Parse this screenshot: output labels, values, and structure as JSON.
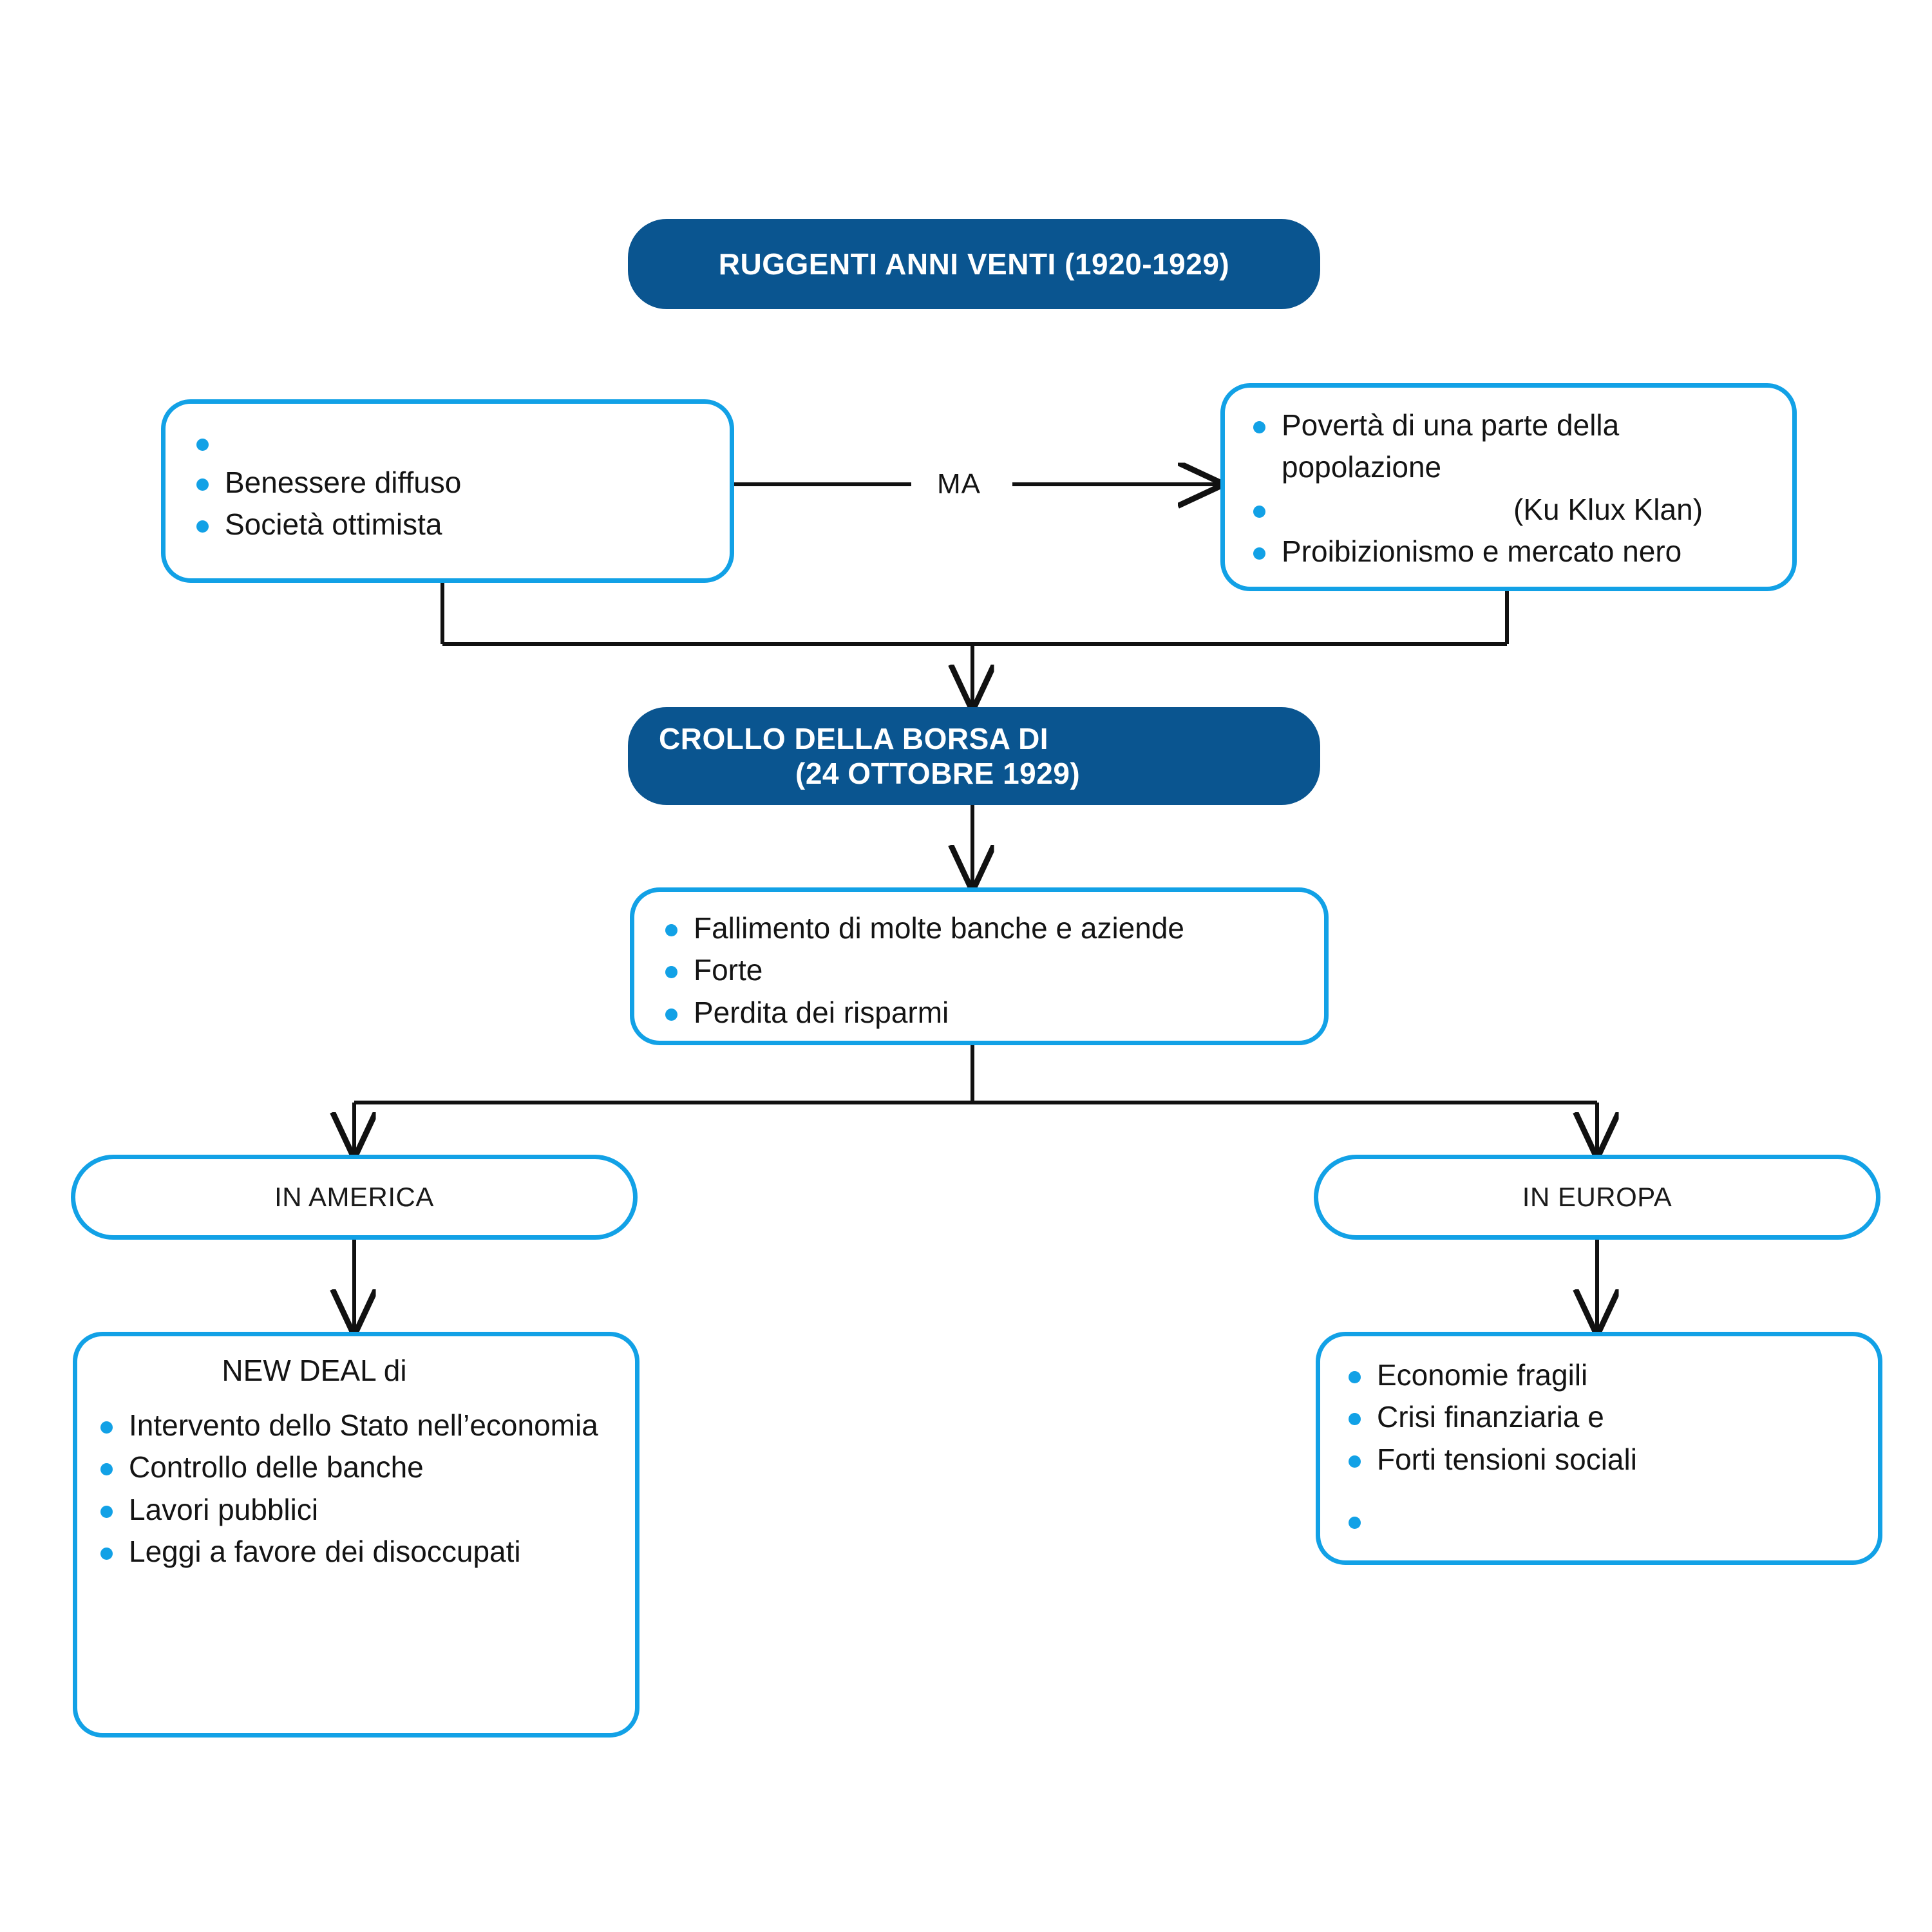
{
  "title_box": {
    "text": "RUGGENTI ANNI VENTI (1920-1929)"
  },
  "row1": {
    "left_box": {
      "bullets": [
        "",
        "Benessere diffuso",
        "Società ottimista"
      ]
    },
    "connector_label": "MA",
    "right_box": {
      "bullets": [
        "Povertà di una parte della popolazione",
        "(Ku Klux Klan)",
        "Proibizionismo e mercato nero"
      ]
    }
  },
  "crash_box": {
    "line1": "CROLLO DELLA BORSA DI",
    "line2": "(24 OTTOBRE 1929)"
  },
  "effects_box": {
    "bullets": [
      "Fallimento di molte banche e aziende",
      "Forte",
      "Perdita dei risparmi"
    ]
  },
  "branches": {
    "america": {
      "pill_label": "IN AMERICA",
      "heading": "NEW DEAL di",
      "bullets": [
        "Intervento dello Stato nell’economia",
        "Controllo delle banche",
        "Lavori pubblici",
        "Leggi a favore dei disoccupati"
      ]
    },
    "europa": {
      "pill_label": "IN EUROPA",
      "bullets": [
        "Economie fragili",
        "Crisi finanziaria e",
        "Forti tensioni sociali",
        ""
      ]
    }
  },
  "colors": {
    "dark_blue": "#0a5590",
    "bright_blue": "#12a1e6",
    "line": "#111111",
    "text": "#141414",
    "background": "#ffffff"
  }
}
